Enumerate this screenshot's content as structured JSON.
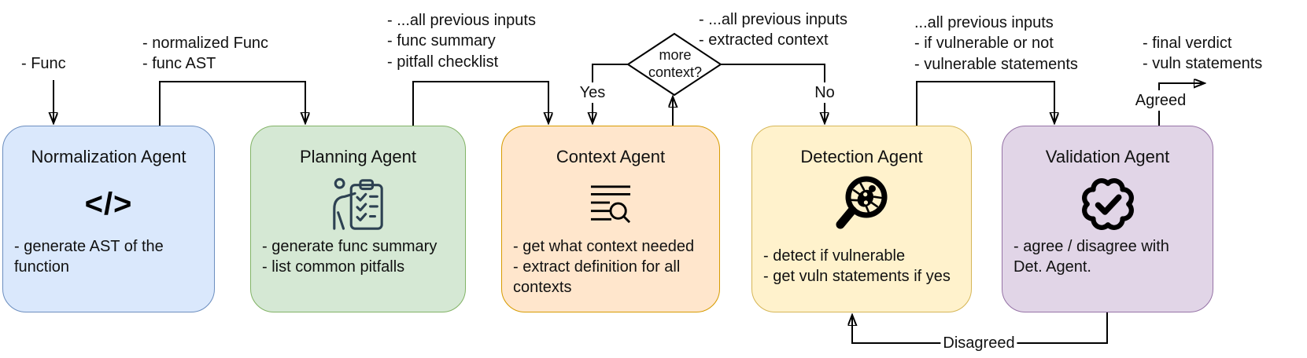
{
  "line_color": "#000000",
  "decision": {
    "label": "more\ncontext?",
    "yes_label": "Yes",
    "no_label": "No"
  },
  "flow_labels": {
    "input": "- Func",
    "normalization_to_planning": "- normalized Func\n- func AST",
    "planning_to_context": "- ...all previous inputs\n- func summary\n- pitfall checklist",
    "context_to_detection": "- ...all previous inputs\n- extracted context",
    "detection_to_validation": "...all previous inputs\n- if vulnerable or not\n- vulnerable statements",
    "final_output": "- final verdict\n- vuln statements",
    "agreed": "Agreed",
    "disagreed": "Disagreed"
  },
  "agents": [
    {
      "title": "Normalization Agent",
      "icon": "code-icon",
      "icon_glyph": "</>",
      "description": "- generate AST of the\nfunction",
      "fill": "#dae8fc",
      "stroke": "#6c8ebf",
      "icon_color": "#000000"
    },
    {
      "title": "Planning Agent",
      "icon": "person-checklist-icon",
      "description": "- generate func summary\n- list common pitfalls",
      "fill": "#d5e8d4",
      "stroke": "#82b366",
      "icon_color": "#2d4152"
    },
    {
      "title": "Context Agent",
      "icon": "list-search-icon",
      "description": "- get what context needed\n- extract definition for all\ncontexts",
      "fill": "#ffe6cc",
      "stroke": "#d79b00",
      "icon_color": "#000000"
    },
    {
      "title": "Detection Agent",
      "icon": "bug-magnifier-icon",
      "description": "- detect if vulnerable\n- get vuln statements if yes",
      "fill": "#fff2cc",
      "stroke": "#d6b656",
      "icon_color": "#000000"
    },
    {
      "title": "Validation Agent",
      "icon": "badge-check-icon",
      "description": "- agree / disagree with\nDet. Agent.",
      "fill": "#e1d5e7",
      "stroke": "#9673a6",
      "icon_color": "#000000"
    }
  ]
}
